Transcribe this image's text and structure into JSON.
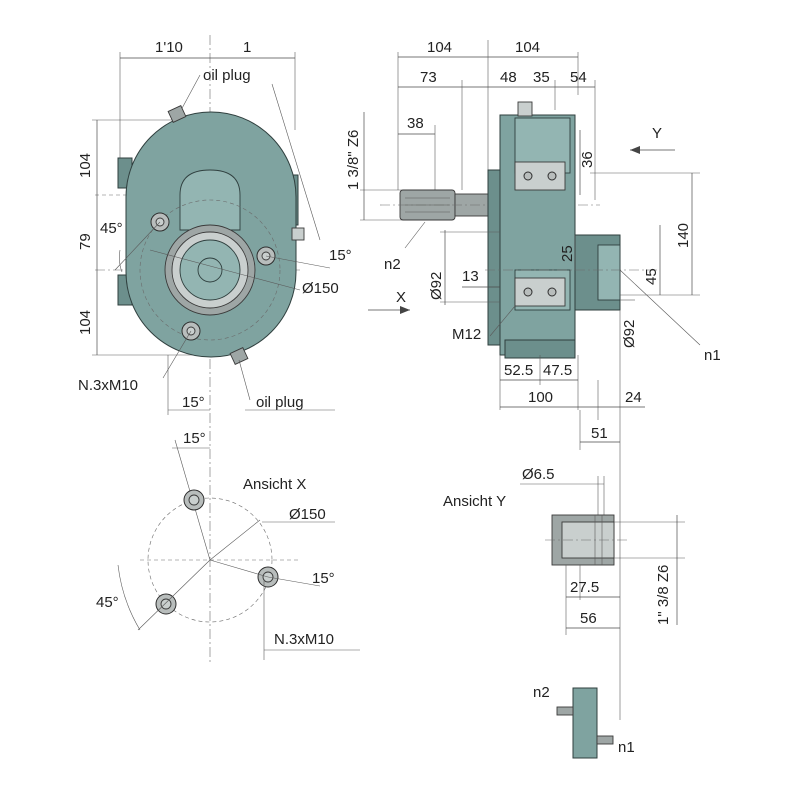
{
  "labels": {
    "top_left_a": "1'10",
    "top_left_b": "1",
    "oil_plug_top": "oil plug",
    "oil_plug_bottom": "oil plug",
    "dim_104_upper": "104",
    "dim_79": "79",
    "dim_104_lower": "104",
    "angle_45_front": "45°",
    "angle_15_front": "15°",
    "dia_150_front": "Ø150",
    "threads_front": "N.3xM10",
    "angle_15_lower": "15°",
    "angle_15_viewx": "15°",
    "title_view_x": "Ansicht X",
    "dia_150_viewx": "Ø150",
    "angle_15_right_viewx": "15°",
    "angle_45_viewx": "45°",
    "threads_viewx": "N.3xM10",
    "top_104_left": "104",
    "top_104_right": "104",
    "dim_73": "73",
    "dim_48": "48",
    "dim_35": "35",
    "dim_54": "54",
    "dim_38": "38",
    "spline_spec_left": "1 3/8\" Z6",
    "y_arrow": "Y",
    "dim_36": "36",
    "dim_140": "140",
    "n2_side": "n2",
    "dia_92_left": "Ø92",
    "dim_25": "25",
    "dim_45": "45",
    "dim_13": "13",
    "x_arrow": "X",
    "m12": "M12",
    "dia_92_right": "Ø92",
    "n1_side": "n1",
    "dim_52_5": "52.5",
    "dim_47_5": "47.5",
    "dim_100": "100",
    "dim_24": "24",
    "dim_51": "51",
    "dia_6_5": "Ø6.5",
    "title_view_y": "Ansicht Y",
    "dim_27_5": "27.5",
    "dim_56": "56",
    "spline_spec_y": "1\" 3/8 Z6",
    "n2_schematic": "n2",
    "n1_schematic": "n1"
  }
}
